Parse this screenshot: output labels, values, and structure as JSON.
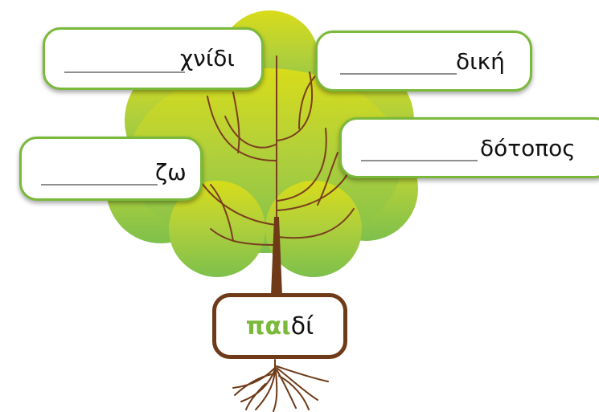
{
  "root": {
    "stem": "παι",
    "ending": "δί"
  },
  "leaves": [
    {
      "suffix": "χνίδι"
    },
    {
      "suffix": "δική"
    },
    {
      "suffix": "ζω"
    },
    {
      "suffix": "δότοπος"
    }
  ],
  "colors": {
    "foliage_top": "#d8dc1a",
    "foliage_bottom": "#7ec04c",
    "box_border": "#7ab93a",
    "trunk": "#6e3a18",
    "branch": "#7a3f1f",
    "stem_text": "#7ab93a"
  }
}
